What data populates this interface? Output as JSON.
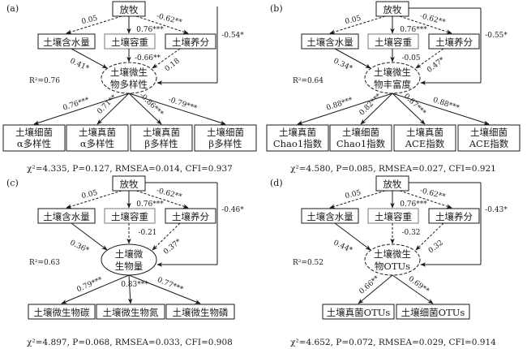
{
  "figure": {
    "panels": [
      {
        "id": "a",
        "label": "(a)",
        "source": "放牧",
        "mediators": [
          "土壤含水量",
          "土壤容重",
          "土壤养分"
        ],
        "latent": [
          "土壤微生",
          "物多样性"
        ],
        "r2": "R²=0.76",
        "paths_top": [
          "0.05",
          "0.76***",
          "-0.62**"
        ],
        "paths_mid": [
          "0.41*",
          "-0.66**",
          "0.18"
        ],
        "direct": "-0.54*",
        "outputs": [
          {
            "line1": "土壤细菌",
            "line2": "α多样性",
            "coef": "0.76***"
          },
          {
            "line1": "土壤真菌",
            "line2": "α多样性",
            "coef": "0.71**"
          },
          {
            "line1": "土壤真菌",
            "line2": "β多样性",
            "coef": "-0.86***"
          },
          {
            "line1": "土壤细菌",
            "line2": "β多样性",
            "coef": "-0.79***"
          }
        ],
        "fit": "χ²=4.335, P=0.127, RMSEA=0.014, CFI=0.937"
      },
      {
        "id": "b",
        "label": "(b)",
        "source": "放牧",
        "mediators": [
          "土壤含水量",
          "土壤容重",
          "土壤养分"
        ],
        "latent": [
          "土壤微生",
          "物丰富度"
        ],
        "r2": "R²=0.64",
        "paths_top": [
          "0.05",
          "0.76***",
          "-0.62**"
        ],
        "paths_mid": [
          "0.34*",
          "-0.05",
          "0.47*"
        ],
        "direct": "-0.55*",
        "outputs": [
          {
            "line1": "土壤真菌",
            "line2": "Chao1指数",
            "coef": "0.88***"
          },
          {
            "line1": "土壤细菌",
            "line2": "Chao1指数",
            "coef": "0.82***"
          },
          {
            "line1": "土壤真菌",
            "line2": "ACE指数",
            "coef": "0.87***"
          },
          {
            "line1": "土壤细菌",
            "line2": "ACE指数",
            "coef": "0.88***"
          }
        ],
        "fit": "χ²=4.580, P=0.085, RMSEA=0.027, CFI=0.921"
      },
      {
        "id": "c",
        "label": "(c)",
        "source": "放牧",
        "mediators": [
          "土壤含水量",
          "土壤容重",
          "土壤养分"
        ],
        "latent": [
          "土壤微",
          "生物量"
        ],
        "r2": "R²=0.63",
        "paths_top": [
          "0.05",
          "0.76***",
          "-0.62**"
        ],
        "paths_mid": [
          "0.36*",
          "-0.21",
          "0.37*"
        ],
        "direct": "-0.46*",
        "outputs": [
          {
            "line1": "土壤微生物碳",
            "coef": "0.79***"
          },
          {
            "line1": "土壤微生物氮",
            "coef": "0.83***"
          },
          {
            "line1": "土壤微生物磷",
            "coef": "0.77***"
          }
        ],
        "fit": "χ²=4.897, P=0.068, RMSEA=0.033, CFI=0.908"
      },
      {
        "id": "d",
        "label": "(d)",
        "source": "放牧",
        "mediators": [
          "土壤含水量",
          "土壤容重",
          "土壤养分"
        ],
        "latent": [
          "土壤微生",
          "物OTUs"
        ],
        "r2": "R²=0.52",
        "paths_top": [
          "0.05",
          "0.76***",
          "-0.62**"
        ],
        "paths_mid": [
          "0.44*",
          "-0.32",
          "0.32"
        ],
        "direct": "-0.43*",
        "outputs": [
          {
            "line1": "土壤真菌OTUs",
            "coef": "0.66**"
          },
          {
            "line1": "土壤细菌OTUs",
            "coef": "0.69**"
          }
        ],
        "fit": "χ²=4.652, P=0.072, RMSEA=0.029, CFI=0.914"
      }
    ]
  }
}
